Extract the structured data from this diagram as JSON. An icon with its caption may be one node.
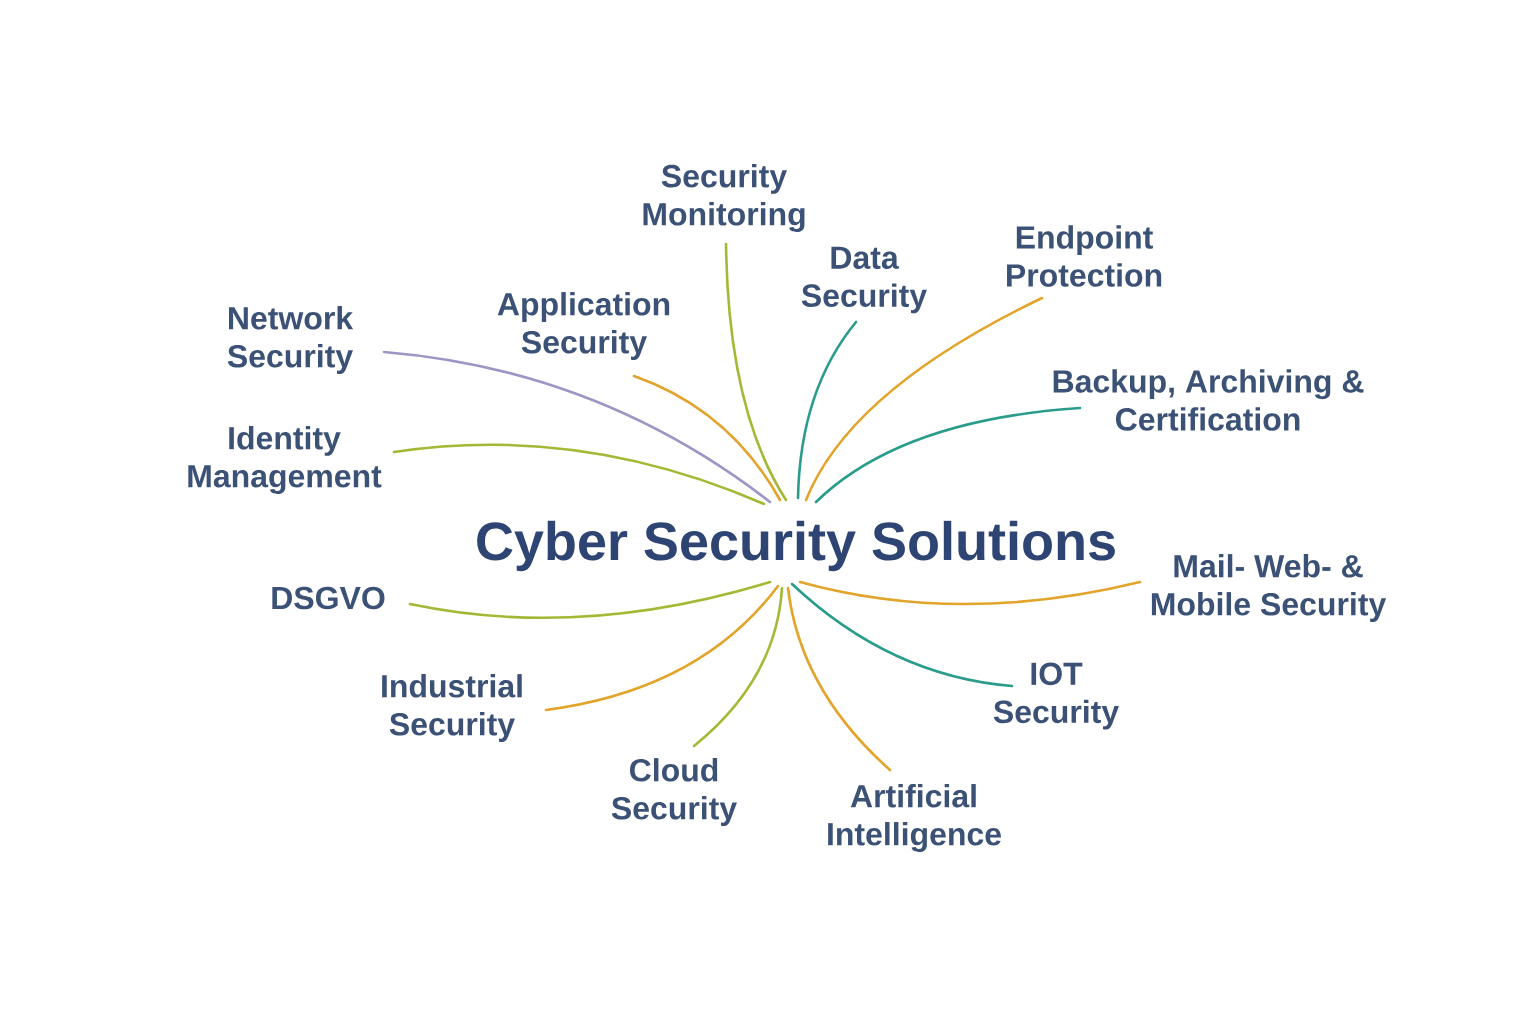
{
  "diagram": {
    "nodes": [
      {
        "text": [
          "Cyber Security Solutions"
        ]
      },
      {
        "text": [
          "Security Monitoring"
        ]
      },
      {
        "text": [
          "Endpoint Protection"
        ]
      },
      {
        "text": [
          "Data Security"
        ]
      },
      {
        "text": [
          "Application Security"
        ]
      },
      {
        "text": [
          "Network Security"
        ]
      },
      {
        "text": [
          "Backup, Archiving & Certification"
        ]
      },
      {
        "text": [
          "Identity Management"
        ]
      },
      {
        "text": [
          "Mail- Web- & Mobile Security"
        ]
      },
      {
        "text": [
          "DSGVO"
        ]
      },
      {
        "text": [
          "IOT Security"
        ]
      },
      {
        "text": [
          "Industrial Security"
        ]
      },
      {
        "text": [
          "Cloud Security"
        ]
      },
      {
        "text": [
          "Artificial Intelligence"
        ]
      }
    ],
    "edges": [
      {
        "from": 0,
        "to": 1,
        "arrow": "none",
        "color": "#a3b935"
      },
      {
        "from": 0,
        "to": 2,
        "arrow": "none"
      },
      {
        "from": 0,
        "to": 3,
        "arrow": "none",
        "color": "#2a9c8c"
      },
      {
        "from": 0,
        "to": 4,
        "arrow": "none"
      },
      {
        "from": 0,
        "to": 5,
        "arrow": "none",
        "color": "#9d95c3"
      },
      {
        "from": 0,
        "to": 6,
        "arrow": "none",
        "color": "#2a9c8c"
      },
      {
        "from": 0,
        "to": 7,
        "arrow": "none",
        "color": "#a3b935"
      },
      {
        "from": 0,
        "to": 8,
        "arrow": "none"
      },
      {
        "from": 0,
        "to": 9,
        "arrow": "none",
        "color": "#a3b935"
      },
      {
        "from": 0,
        "to": 10,
        "arrow": "none",
        "color": "#2a9c8c"
      },
      {
        "from": 0,
        "to": 11,
        "arrow": "none"
      },
      {
        "from": 0,
        "to": 12,
        "arrow": "none",
        "color": "#a3b935"
      },
      {
        "from": 0,
        "to": 13,
        "arrow": "none"
      }
    ]
  }
}
